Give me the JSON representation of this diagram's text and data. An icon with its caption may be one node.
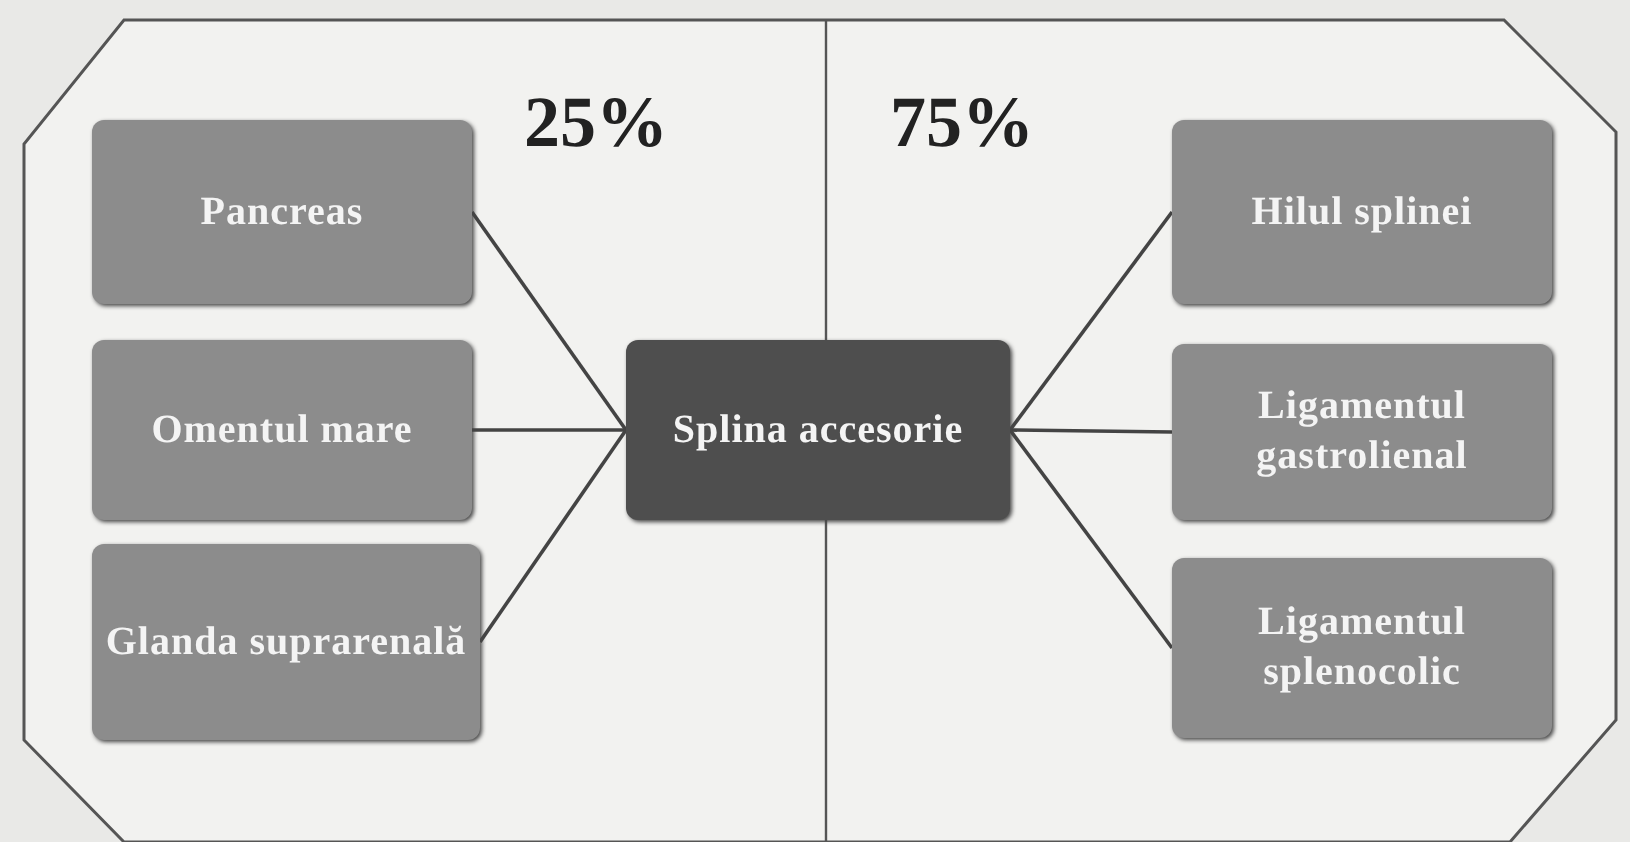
{
  "diagram": {
    "nodes": [
      {
        "text": [
          "Pancreas"
        ]
      },
      {
        "text": [
          "Omentul mare"
        ]
      },
      {
        "text": [
          "Glanda suprarenală"
        ]
      },
      {
        "text": [
          "Splina accesorie"
        ]
      },
      {
        "text": [
          "Hilul splinei"
        ]
      },
      {
        "text": [
          "Ligamentul gastrolienal"
        ]
      },
      {
        "text": [
          "Ligamentul splenocolic"
        ]
      }
    ],
    "edges": [
      {
        "from": 0,
        "to": 3,
        "arrow": "none"
      },
      {
        "from": 1,
        "to": 3,
        "arrow": "none"
      },
      {
        "from": 2,
        "to": 3,
        "arrow": "none"
      },
      {
        "from": 4,
        "to": 3,
        "arrow": "none"
      },
      {
        "from": 5,
        "to": 3,
        "arrow": "none"
      },
      {
        "from": 6,
        "to": 3,
        "arrow": "none"
      }
    ],
    "labels": [
      "25%",
      "75%"
    ]
  }
}
